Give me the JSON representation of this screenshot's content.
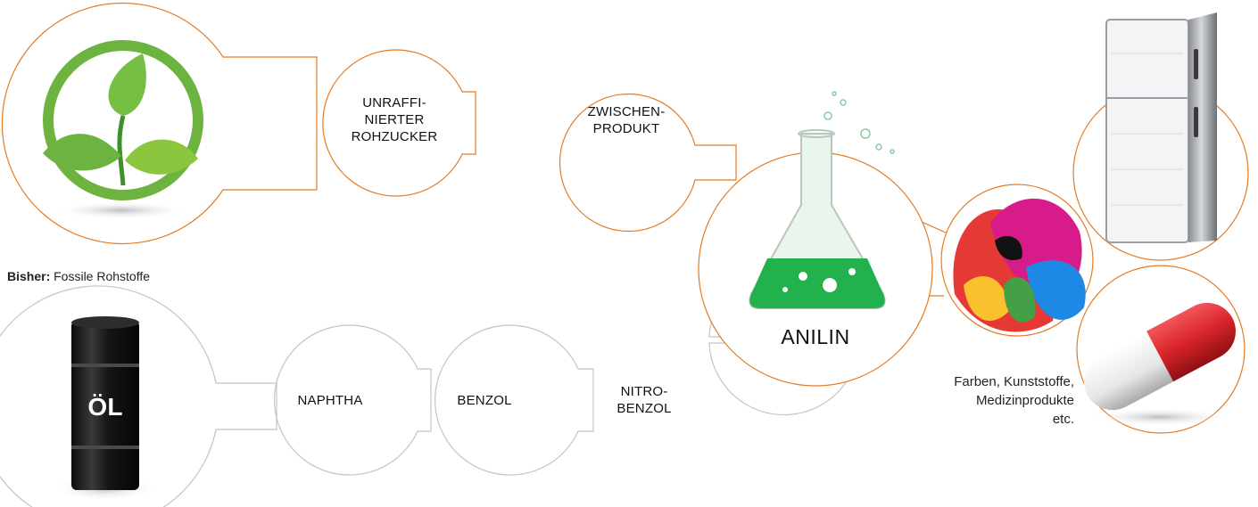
{
  "colors": {
    "bio_line": "#e57b22",
    "fossil_line": "#c4c4c4",
    "leaf_green": "#6cb33f",
    "liquid_green": "#22b14c",
    "barrel_black": "#1a1a1a",
    "capsule_red": "#d8242a"
  },
  "icons": {
    "plant": "plant-leaves-icon",
    "barrel": "oil-barrel-icon",
    "flask": "chemistry-flask-icon",
    "paint": "paint-splash-icon",
    "fridge": "refrigerator-icon",
    "capsule": "medicine-capsule-icon"
  },
  "bio_path": {
    "steps": [
      "UNRAFFI-\nNIERTER\nROHZUCKER",
      "ZWISCHEN-\nPRODUKT"
    ]
  },
  "fossil_path": {
    "caption_bold": "Bisher:",
    "caption_text": "Fossile Rohstoffe",
    "barrel_text": "ÖL",
    "steps": [
      "NAPHTHA",
      "BENZOL",
      "NITRO-\nBENZOL"
    ]
  },
  "center": {
    "label": "ANILIN"
  },
  "products": {
    "caption": "Farben, Kunststoffe,\nMedizinprodukte\netc."
  }
}
